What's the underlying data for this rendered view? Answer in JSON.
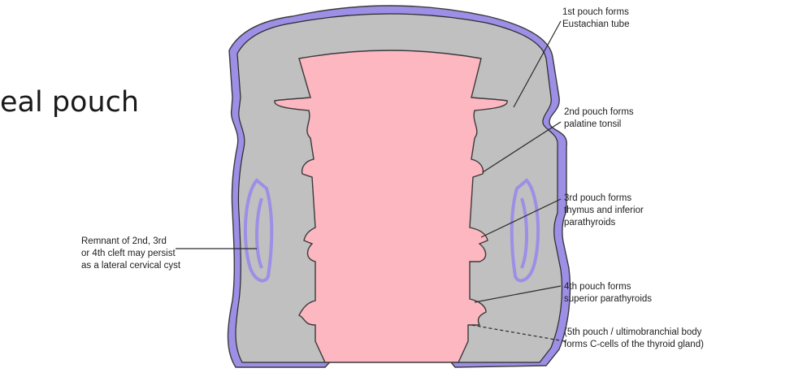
{
  "slide": {
    "title_fragment": "eal pouch"
  },
  "colors": {
    "tissue": "#c0c0c0",
    "pharynx": "#fcb7c0",
    "ectoderm": "#9d8ee6",
    "outline": "#2a2a2a"
  },
  "labels": {
    "pouch1": [
      "1st pouch forms",
      "Eustachian tube"
    ],
    "pouch2": [
      "2nd pouch forms",
      "palatine tonsil"
    ],
    "pouch3": [
      "3rd pouch forms",
      "thymus and inferior",
      "parathyroids"
    ],
    "pouch4": [
      "4th pouch forms",
      "superior parathyroids"
    ],
    "pouch5": [
      "(5th pouch / ultimobranchial body",
      "forms C-cells of the thyroid gland)"
    ],
    "cyst": [
      "Remnant of 2nd, 3rd",
      "or 4th cleft may persist",
      "as a lateral cervical cyst"
    ]
  }
}
